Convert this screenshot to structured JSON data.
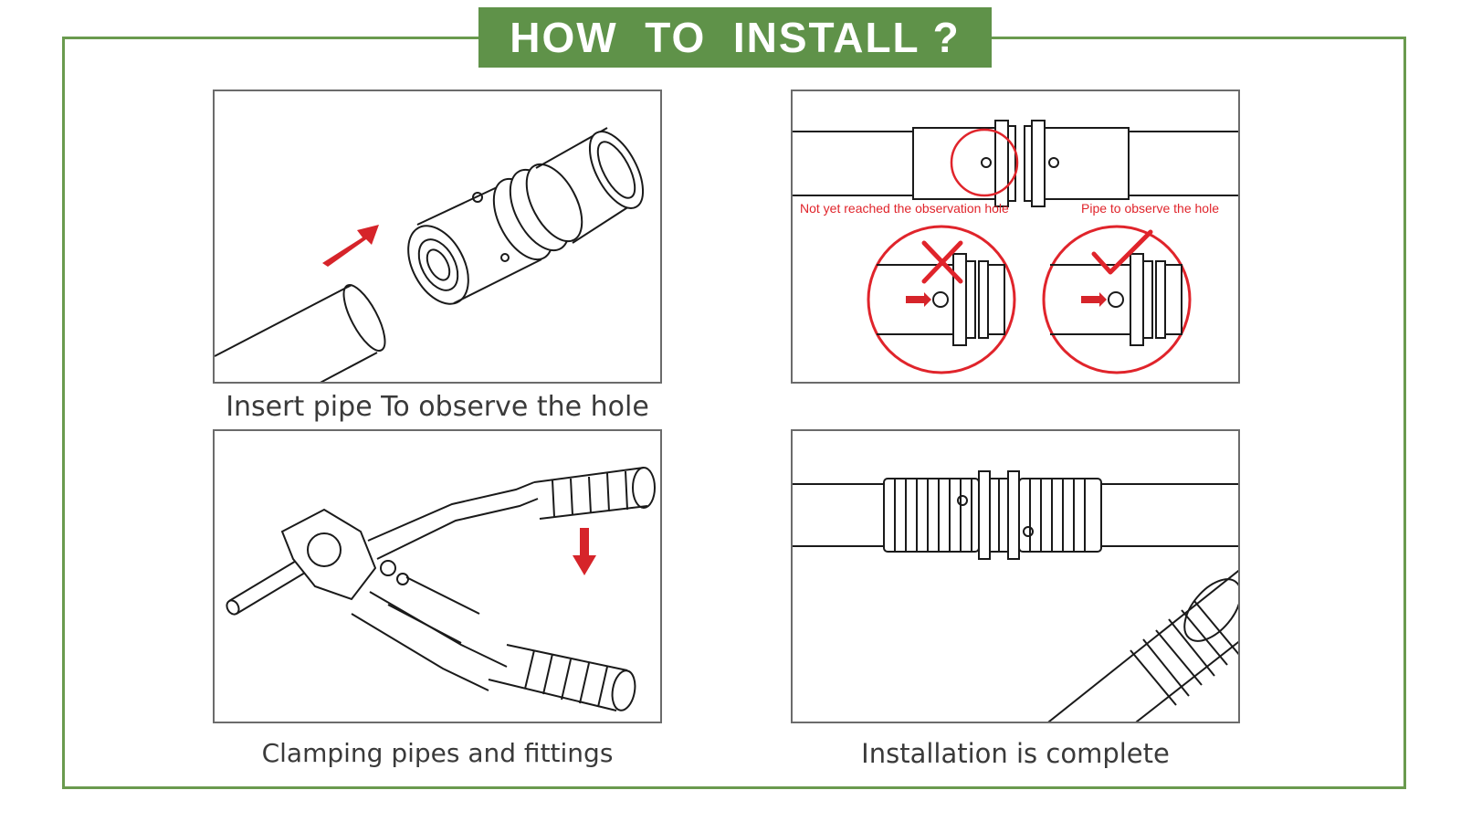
{
  "title": "HOW  TO  INSTALL ?",
  "colors": {
    "frame": "#6a9a4e",
    "banner": "#5f9249",
    "accent_red": "#e0242b",
    "line": "#1a1a1a"
  },
  "steps": [
    {
      "caption": "Insert pipe To observe the hole"
    },
    {
      "caption": "",
      "notes": {
        "wrong": "Not yet reached the observation hole",
        "right": "Pipe to observe the hole"
      }
    },
    {
      "caption": "Clamping pipes and fittings"
    },
    {
      "caption": "Installation is complete"
    }
  ]
}
